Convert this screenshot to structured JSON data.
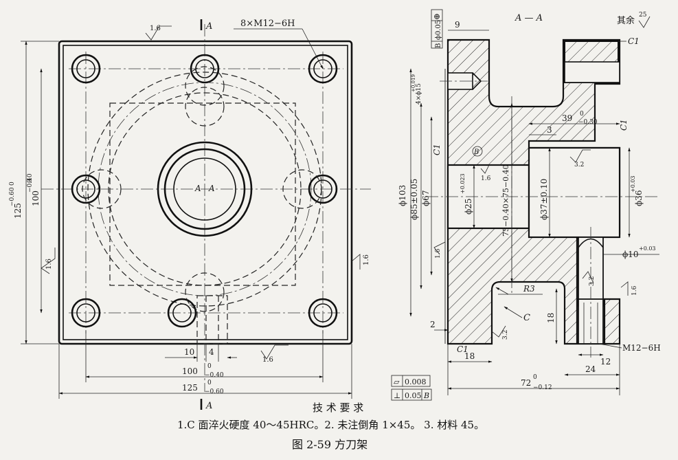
{
  "drawing": {
    "front_view": {
      "roughness_top": "1.6",
      "section_mark": "A",
      "thread_callout": "8×M12−6H",
      "dim_width_outer": "125",
      "dim_width_outer_tol": "−0.60",
      "dim_width_inner": "100",
      "dim_width_inner_tol": "−0.40",
      "dim_height_outer": "125",
      "dim_height_outer_tol": "−0.60",
      "dim_height_inner": "100",
      "dim_height_inner_tol": "−0.40",
      "tol_zero": "0",
      "dim_slot_10": "10",
      "dim_slot_4": "4",
      "roughness_left": "1.6",
      "roughness_right": "1.6",
      "roughness_bottom": "1.6",
      "center_label_left": "A",
      "center_label_right": "A"
    },
    "section_view": {
      "title": "A — A",
      "other_roughness": "其余",
      "other_roughness_value": "25",
      "position_tol": "⊕",
      "position_tol_value": "ϕ0.05",
      "position_tol_datum": "B",
      "dim_9": "9",
      "chamfer_c1_a": "C1",
      "chamfer_c1_b": "C1",
      "chamfer_c1_c": "C1",
      "chamfer_c1_d": "C1",
      "dim_holes": "4×ϕ15",
      "dim_holes_tol": "+0.019",
      "dim_39": "39",
      "dim_39_tol": "−0.30",
      "dim_3": "3",
      "datum_b": "B",
      "roughness_16a": "1.6",
      "roughness_32a": "3.2",
      "dim_phi103": "ϕ103",
      "dim_phi85": "ϕ85±0.05",
      "dim_phi67": "ϕ67",
      "dim_phi25": "ϕ25",
      "dim_phi25_tol": "+0.023",
      "dim_75": "75−0.40×75−0.40",
      "dim_phi37": "ϕ37±0.10",
      "dim_phi36": "ϕ36",
      "dim_phi36_tol": "+0.03",
      "dim_phi10": "ϕ10",
      "dim_phi10_tol": "+0.03",
      "roughness_16b": "1.6",
      "roughness_32b": "3.2",
      "roughness_16c": "1.6",
      "dim_r3": "R3",
      "view_c": "C",
      "dim_18v": "18",
      "dim_2": "2",
      "roughness_32c": "3.2",
      "thread_m12": "M12−6H",
      "dim_18h": "18",
      "dim_12": "12",
      "dim_24": "24",
      "flatness": "▱",
      "flatness_value": "0.008",
      "perp": "⊥",
      "perp_value": "0.05",
      "perp_datum": "B",
      "dim_72": "72",
      "dim_72_tol": "−0.12",
      "tol_zero": "0"
    }
  },
  "notes": {
    "heading": "技 术 要 求",
    "line": "1.C 面淬火硬度 40～45HRC。2. 未注倒角 1×45。   3. 材料 45。",
    "figure_caption": "图 2-59    方刀架"
  }
}
